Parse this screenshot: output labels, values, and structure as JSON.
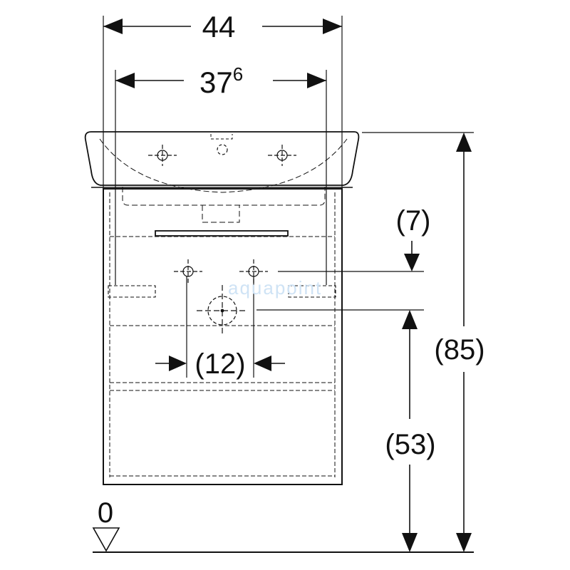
{
  "drawing": {
    "line_color": "#111111",
    "watermark_color": "#cfe3f5"
  },
  "dimensions": {
    "overall_width": "44",
    "basin_width_main": "37",
    "basin_width_sup": "6",
    "drain_offset": "(7)",
    "drain_spacing": "(12)",
    "total_height": "(85)",
    "drain_height": "(53)",
    "floor_level": "0"
  },
  "watermark": "aquapoint"
}
